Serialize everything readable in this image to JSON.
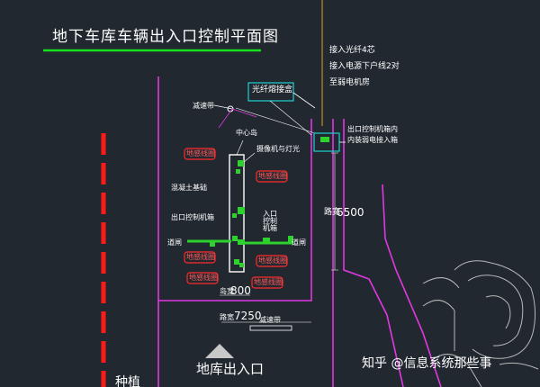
{
  "title": "地下车库车辆出入口控制平面图",
  "notes": {
    "power_1": "接入光纤4芯",
    "power_2": "接入电源下户线2对",
    "power_3": "至弱电机房",
    "fiber_box": "光纤熔接盒",
    "control_box_1": "出口控制机箱内",
    "control_box_2": "内装弱电接入箱",
    "spike": "减速带",
    "center_island": "中心岛",
    "camera_light": "摄像机与灯光",
    "ground_loop": "地感线圈",
    "concrete_island": "混凝土基础",
    "exit_control": "出口控制机箱",
    "entry_control": "入口控制机箱",
    "gate_left": "道闸",
    "gate_right": "道闸",
    "bump_bottom": "减速带"
  },
  "dimensions": {
    "width_6500": "6500",
    "width_300": "800",
    "width_7250": "7250",
    "prefix_6500": "路宽",
    "prefix_300": "岛宽",
    "prefix_7250": "路宽"
  },
  "entry_label": "地库出入口",
  "bottom_label": "种植",
  "watermark": "知乎 @信息系统那些事",
  "colors": {
    "background": "#212830",
    "title_underline": "#19e01e",
    "red_dash": "#ff1a1a",
    "magenta": "#e238e2",
    "green_equipment": "#2ed12e",
    "cyan_box": "#1fd0cf",
    "orange_line": "#e0a020"
  }
}
